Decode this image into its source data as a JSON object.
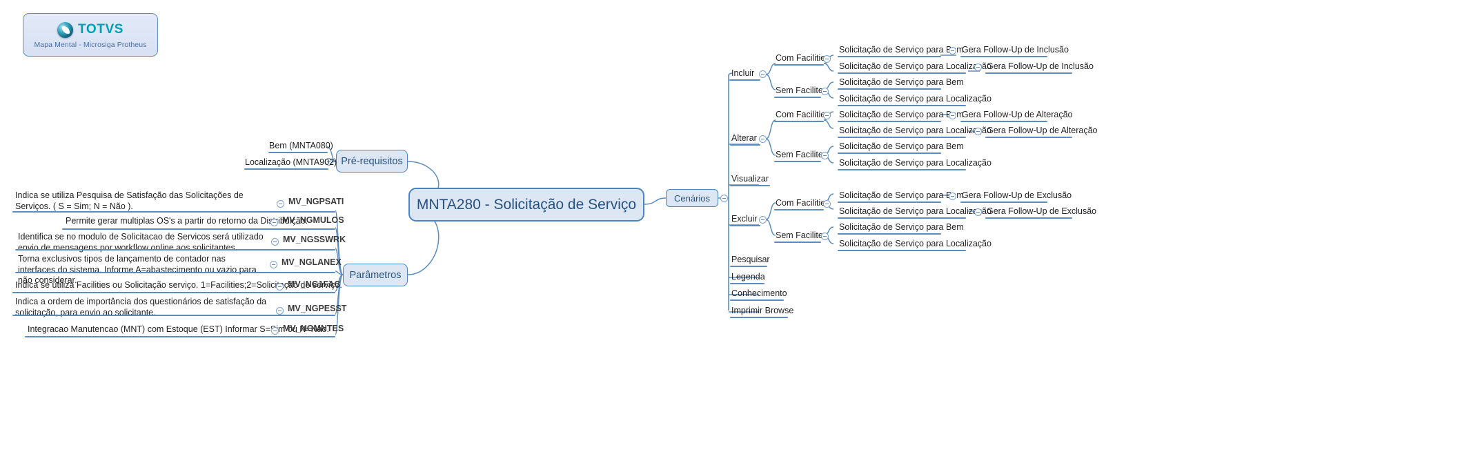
{
  "logo": {
    "word": "TOTVS",
    "subtitle": "Mapa Mental - Microsiga Protheus",
    "mark_icon": "totvs-sphere-icon",
    "accent": "#00a0b4",
    "card_border": "#5b8fc9"
  },
  "central": {
    "label": "MNTA280 - Solicitação de Serviço"
  },
  "branches": {
    "prerequisitos": {
      "label": "Pré-requisitos",
      "items": [
        {
          "label": "Bem (MNTA080)"
        },
        {
          "label": "Localização (MNTA902)"
        }
      ]
    },
    "parametros": {
      "label": "Parâmetros",
      "items": [
        {
          "desc": "Indica se utiliza Pesquisa de Satisfação das Solicitações de Serviços. ( S = Sim; N = Não ).",
          "code": "MV_NGPSATI"
        },
        {
          "desc": "Permite gerar multiplas OS's a partir do retorno da Distribuição.",
          "code": "MV_NGMULOS"
        },
        {
          "desc": "Identifica se no modulo de Solicitacao de Servicos será utilizado envio de mensagens por workflow online aos solicitantes.",
          "code": "MV_NGSSWRK"
        },
        {
          "desc": "Torna exclusivos tipos de lançamento de contador  nas interfaces do sistema. Informe A=abastecimento ou vazio para não considerar.",
          "code": "MV_NGLANEX"
        },
        {
          "desc": "Indica se utiliza Facilities ou Solicitação  serviço. 1=Facilities;2=Solicitação de serviço.",
          "code": "MV_NG1FAC"
        },
        {
          "desc": "Indica a ordem de importância dos questionários de satisfação da solicitação, para envio ao solicitante.",
          "code": "MV_NGPESST"
        },
        {
          "desc": "Integracao Manutencao (MNT) com Estoque (EST) Informar S=Sim ou N=Nao.",
          "code": "MV_NGMNTES"
        }
      ]
    },
    "cenarios": {
      "label": "Cenários",
      "items": [
        {
          "label": "Incluir",
          "groups": [
            {
              "label": "Com Facilities",
              "leaves": [
                {
                  "label": "Solicitação de Serviço para Bem",
                  "followup": "Gera Follow-Up de Inclusão"
                },
                {
                  "label": "Solicitação de Serviço para Localização",
                  "followup": "Gera Follow-Up de Inclusão"
                }
              ]
            },
            {
              "label": "Sem Facilites",
              "leaves": [
                {
                  "label": "Solicitação de Serviço para Bem",
                  "followup": null
                },
                {
                  "label": "Solicitação de Serviço para Localização",
                  "followup": null
                }
              ]
            }
          ]
        },
        {
          "label": "Alterar",
          "groups": [
            {
              "label": "Com Facilities",
              "leaves": [
                {
                  "label": "Solicitação de Serviço para Bem",
                  "followup": "Gera Follow-Up de Alteração"
                },
                {
                  "label": "Solicitação de Serviço para Localização",
                  "followup": "Gera Follow-Up de Alteração"
                }
              ]
            },
            {
              "label": "Sem Facilites",
              "leaves": [
                {
                  "label": "Solicitação de Serviço para Bem",
                  "followup": null
                },
                {
                  "label": "Solicitação de Serviço para Localização",
                  "followup": null
                }
              ]
            }
          ]
        },
        {
          "label": "Visualizar",
          "groups": []
        },
        {
          "label": "Excluir",
          "groups": [
            {
              "label": "Com Facilities",
              "leaves": [
                {
                  "label": "Solicitação de Serviço para Bem",
                  "followup": "Gera Follow-Up de Exclusão"
                },
                {
                  "label": "Solicitação de Serviço para Localização",
                  "followup": "Gera Follow-Up de Exclusão"
                }
              ]
            },
            {
              "label": "Sem Facilites",
              "leaves": [
                {
                  "label": "Solicitação de Serviço para Bem",
                  "followup": null
                },
                {
                  "label": "Solicitação de Serviço para Localização",
                  "followup": null
                }
              ]
            }
          ]
        },
        {
          "label": "Pesquisar",
          "groups": []
        },
        {
          "label": "Legenda",
          "groups": []
        },
        {
          "label": "Conhecimento",
          "groups": []
        },
        {
          "label": "Imprimir Browse",
          "groups": []
        }
      ]
    }
  }
}
